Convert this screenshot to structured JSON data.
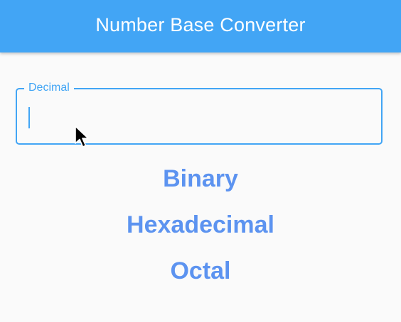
{
  "app_bar": {
    "title": "Number Base Converter",
    "color": "#42a5f5"
  },
  "decimal_field": {
    "label": "Decimal",
    "value": "",
    "accent_color": "#42a5f5"
  },
  "results": {
    "binary_label": "Binary",
    "hexadecimal_label": "Hexadecimal",
    "octal_label": "Octal",
    "color": "#5c93f0"
  },
  "pointer": {
    "icon": "arrow-pointer-icon"
  }
}
